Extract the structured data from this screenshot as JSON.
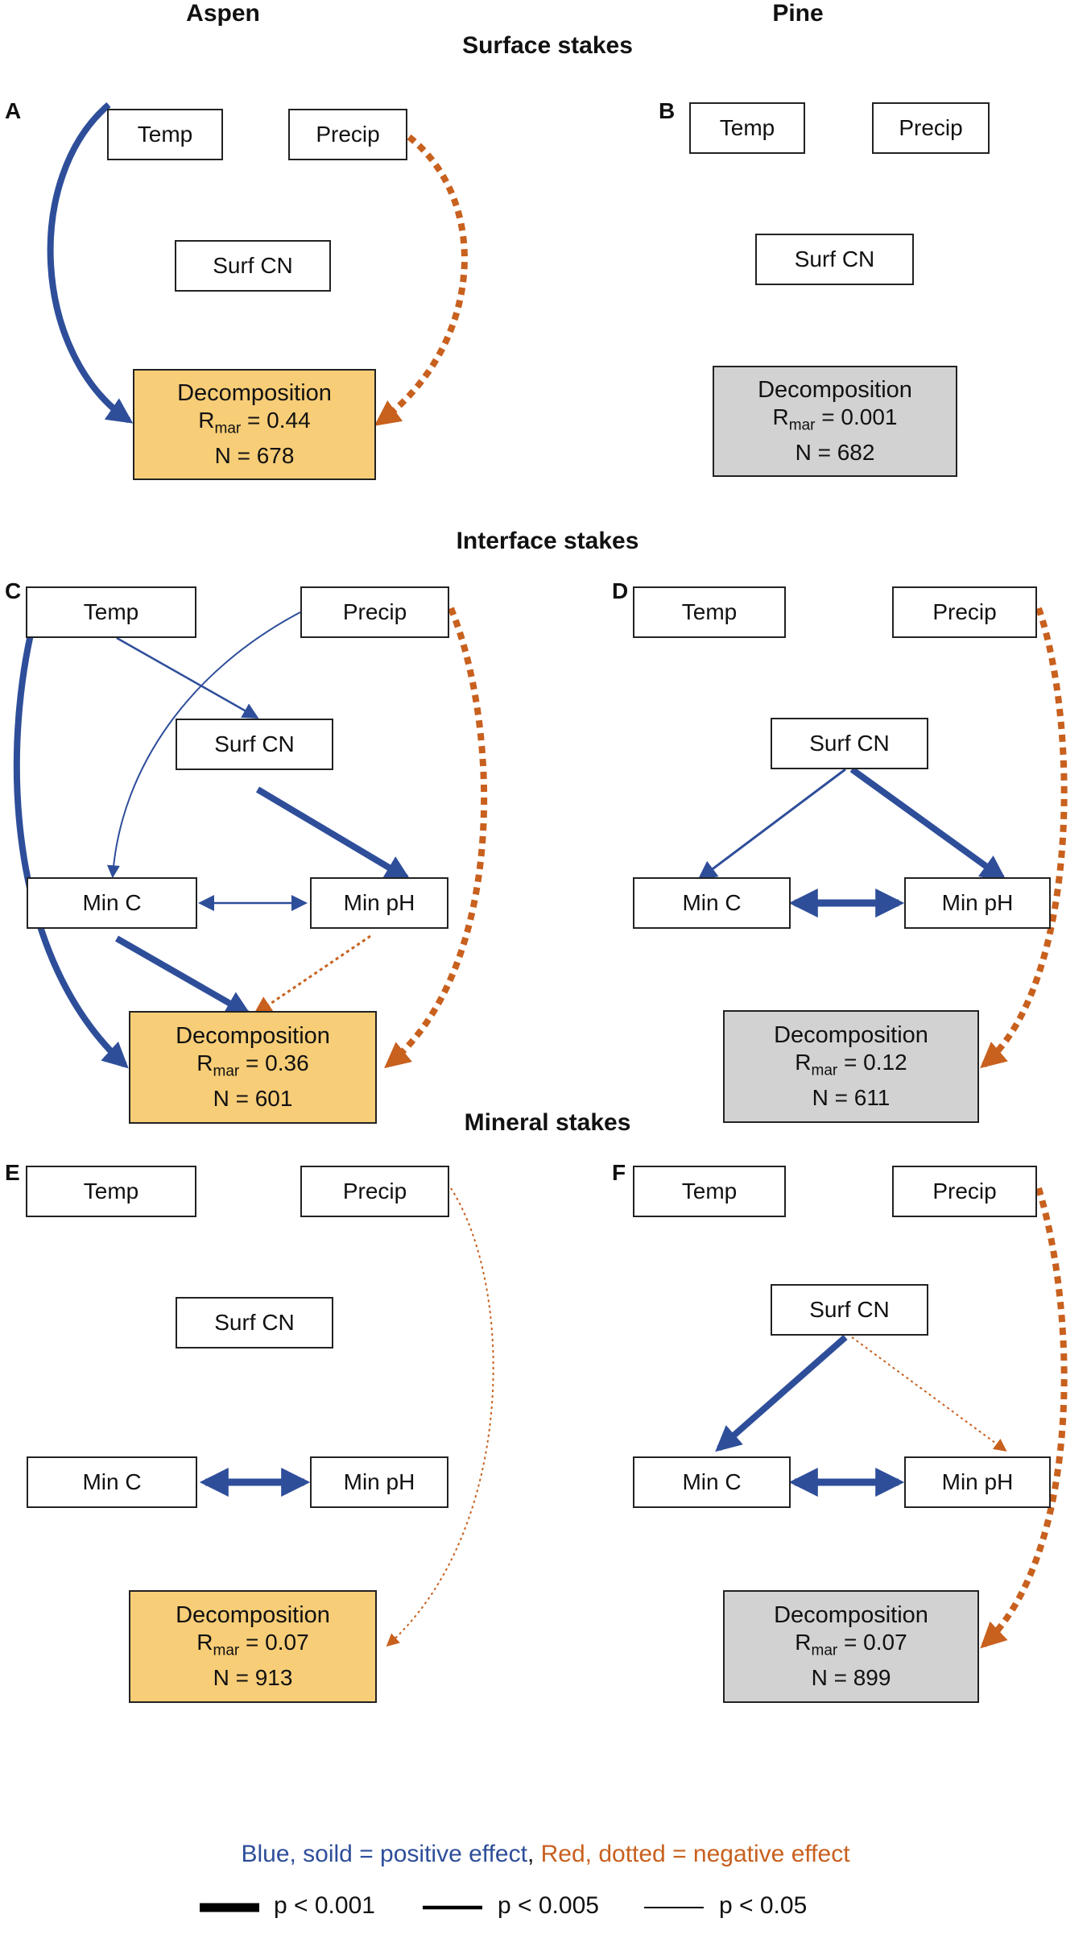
{
  "headers": {
    "aspen": "Aspen",
    "pine": "Pine",
    "surface": "Surface stakes",
    "interface": "Interface stakes",
    "mineral": "Mineral stakes"
  },
  "panel_labels": [
    "A",
    "B",
    "C",
    "D",
    "E",
    "F"
  ],
  "node_labels": {
    "temp": "Temp",
    "precip": "Precip",
    "surf_cn": "Surf CN",
    "min_c": "Min C",
    "min_ph": "Min pH"
  },
  "decomposition": {
    "title": "Decomposition",
    "r_symbol": "R",
    "r_subscript": "mar",
    "A": {
      "r_value": "= 0.44",
      "n_text": "N = 678"
    },
    "B": {
      "r_value": "= 0.001",
      "n_text": "N = 682"
    },
    "C": {
      "r_value": "= 0.36",
      "n_text": "N = 601"
    },
    "D": {
      "r_value": "= 0.12",
      "n_text": "N = 611"
    },
    "E": {
      "r_value": "= 0.07",
      "n_text": "N = 913"
    },
    "F": {
      "r_value": "= 0.07",
      "n_text": "N = 899"
    }
  },
  "legend": {
    "blue_text": "Blue, soild = positive effect",
    "comma": ",",
    "red_text": " Red, dotted = negative effect",
    "sig_1": "p < 0.001",
    "sig_2": "p < 0.005",
    "sig_3": "p < 0.05"
  },
  "colors": {
    "positive": "#2e4e9a",
    "negative": "#c8601e",
    "aspen_fill": "#f7cd77",
    "pine_fill": "#d2d2d2"
  },
  "significance_levels": [
    "p < 0.001",
    "p < 0.005",
    "p < 0.05"
  ],
  "edges": [
    {
      "panel": "A",
      "from": "temp",
      "to": "decomposition",
      "effect": "positive",
      "significance": "p < 0.001"
    },
    {
      "panel": "A",
      "from": "precip",
      "to": "decomposition",
      "effect": "negative",
      "significance": "p < 0.001"
    },
    {
      "panel": "C",
      "from": "temp",
      "to": "decomposition",
      "effect": "positive",
      "significance": "p < 0.001"
    },
    {
      "panel": "C",
      "from": "temp",
      "to": "surf_cn",
      "effect": "positive",
      "significance": "p < 0.05"
    },
    {
      "panel": "C",
      "from": "precip",
      "to": "min_c",
      "effect": "positive",
      "significance": "p < 0.05"
    },
    {
      "panel": "C",
      "from": "precip",
      "to": "decomposition",
      "effect": "negative",
      "significance": "p < 0.001"
    },
    {
      "panel": "C",
      "from": "surf_cn",
      "to": "min_ph",
      "effect": "positive",
      "significance": "p < 0.001"
    },
    {
      "panel": "C",
      "from": "min_c",
      "to": "min_ph",
      "effect": "positive",
      "significance": "p < 0.05",
      "bidirectional": true
    },
    {
      "panel": "C",
      "from": "min_c",
      "to": "decomposition",
      "effect": "positive",
      "significance": "p < 0.001"
    },
    {
      "panel": "C",
      "from": "min_ph",
      "to": "decomposition",
      "effect": "negative",
      "significance": "p < 0.05"
    },
    {
      "panel": "D",
      "from": "surf_cn",
      "to": "min_c",
      "effect": "positive",
      "significance": "p < 0.005"
    },
    {
      "panel": "D",
      "from": "surf_cn",
      "to": "min_ph",
      "effect": "positive",
      "significance": "p < 0.001"
    },
    {
      "panel": "D",
      "from": "min_c",
      "to": "min_ph",
      "effect": "positive",
      "significance": "p < 0.001",
      "bidirectional": true
    },
    {
      "panel": "D",
      "from": "precip",
      "to": "decomposition",
      "effect": "negative",
      "significance": "p < 0.001"
    },
    {
      "panel": "E",
      "from": "min_c",
      "to": "min_ph",
      "effect": "positive",
      "significance": "p < 0.001",
      "bidirectional": true
    },
    {
      "panel": "E",
      "from": "precip",
      "to": "decomposition",
      "effect": "negative",
      "significance": "p < 0.05"
    },
    {
      "panel": "F",
      "from": "surf_cn",
      "to": "min_c",
      "effect": "positive",
      "significance": "p < 0.001"
    },
    {
      "panel": "F",
      "from": "surf_cn",
      "to": "min_ph",
      "effect": "negative",
      "significance": "p < 0.05"
    },
    {
      "panel": "F",
      "from": "min_c",
      "to": "min_ph",
      "effect": "positive",
      "significance": "p < 0.001",
      "bidirectional": true
    },
    {
      "panel": "F",
      "from": "precip",
      "to": "decomposition",
      "effect": "negative",
      "significance": "p < 0.001"
    }
  ]
}
